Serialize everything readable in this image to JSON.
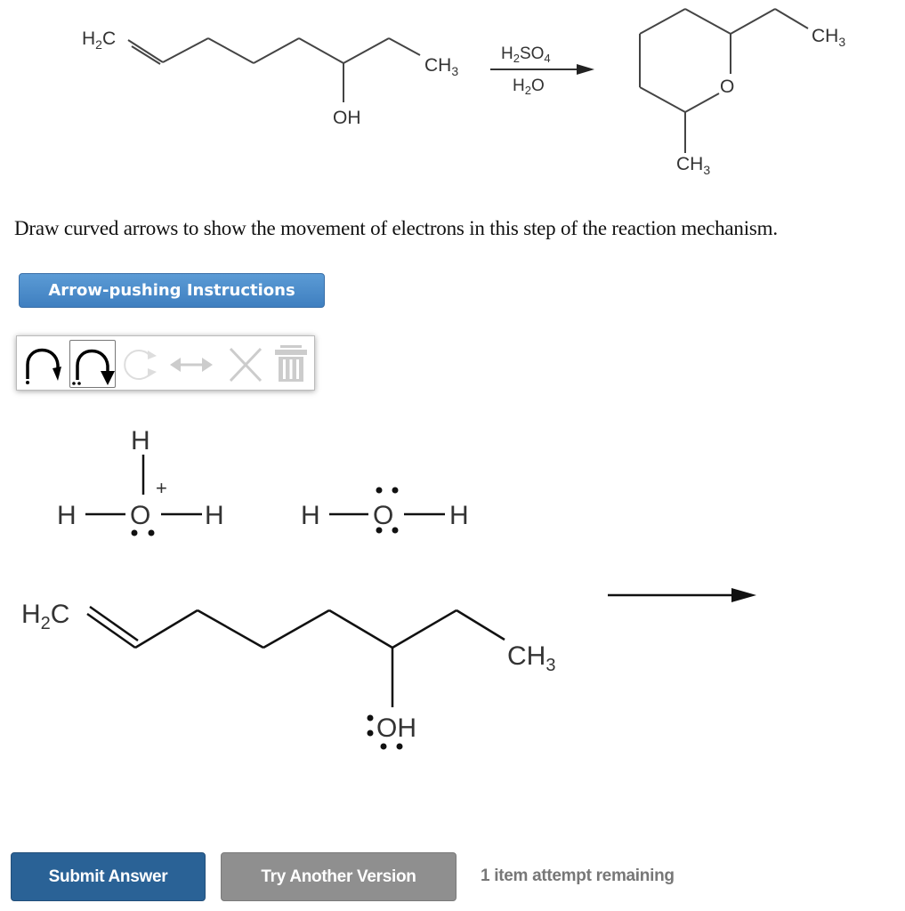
{
  "reaction": {
    "reactant": {
      "left_group": "H2C",
      "right_group": "CH3",
      "substituent": "OH"
    },
    "reagents": {
      "above": "H2SO4",
      "below": "H2O"
    },
    "product": {
      "ring_heteroatom": "O",
      "top_group": "CH3",
      "bottom_group": "CH3"
    }
  },
  "prompt": "Draw curved arrows to show the movement of electrons in this step of the reaction mechanism.",
  "instructions_button": "Arrow-pushing Instructions",
  "toolbar": {
    "tools": [
      {
        "name": "single-electron-arrow",
        "state": "enabled"
      },
      {
        "name": "electron-pair-arrow",
        "state": "selected"
      },
      {
        "name": "cycle",
        "state": "disabled"
      },
      {
        "name": "resonance",
        "state": "disabled"
      },
      {
        "name": "delete",
        "state": "disabled"
      },
      {
        "name": "clear-all",
        "state": "disabled"
      }
    ]
  },
  "canvas": {
    "hydronium": {
      "top": "H",
      "left": "H",
      "center": "O",
      "right": "H",
      "charge": "+"
    },
    "water": {
      "left": "H",
      "center": "O",
      "right": "H"
    },
    "substrate": {
      "left_group": "H2C",
      "right_group": "CH3",
      "substituent": "OH"
    }
  },
  "footer": {
    "submit_label": "Submit Answer",
    "try_label": "Try Another Version",
    "attempts_text": "1 item attempt remaining"
  },
  "colors": {
    "submit_bg": "#2a6296",
    "try_bg": "#8f8f8f",
    "instructions_bg": "#4a8ac9"
  }
}
